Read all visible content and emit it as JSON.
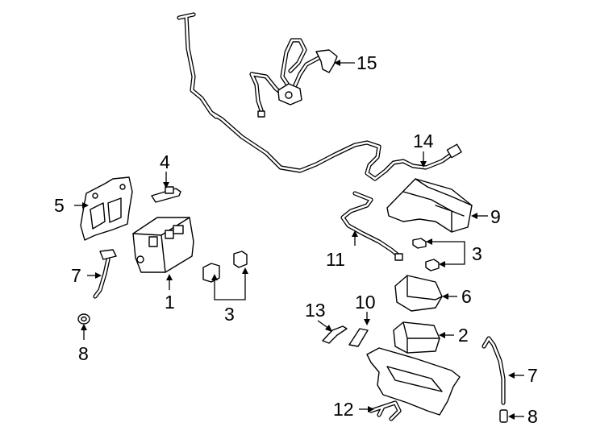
{
  "callouts": {
    "c1": "1",
    "c2": "2",
    "c3a": "3",
    "c3b": "3",
    "c4": "4",
    "c5": "5",
    "c6": "6",
    "c7a": "7",
    "c7b": "7",
    "c8a": "8",
    "c8b": "8",
    "c9": "9",
    "c10": "10",
    "c11": "11",
    "c12": "12",
    "c13": "13",
    "c14": "14",
    "c15": "15"
  }
}
